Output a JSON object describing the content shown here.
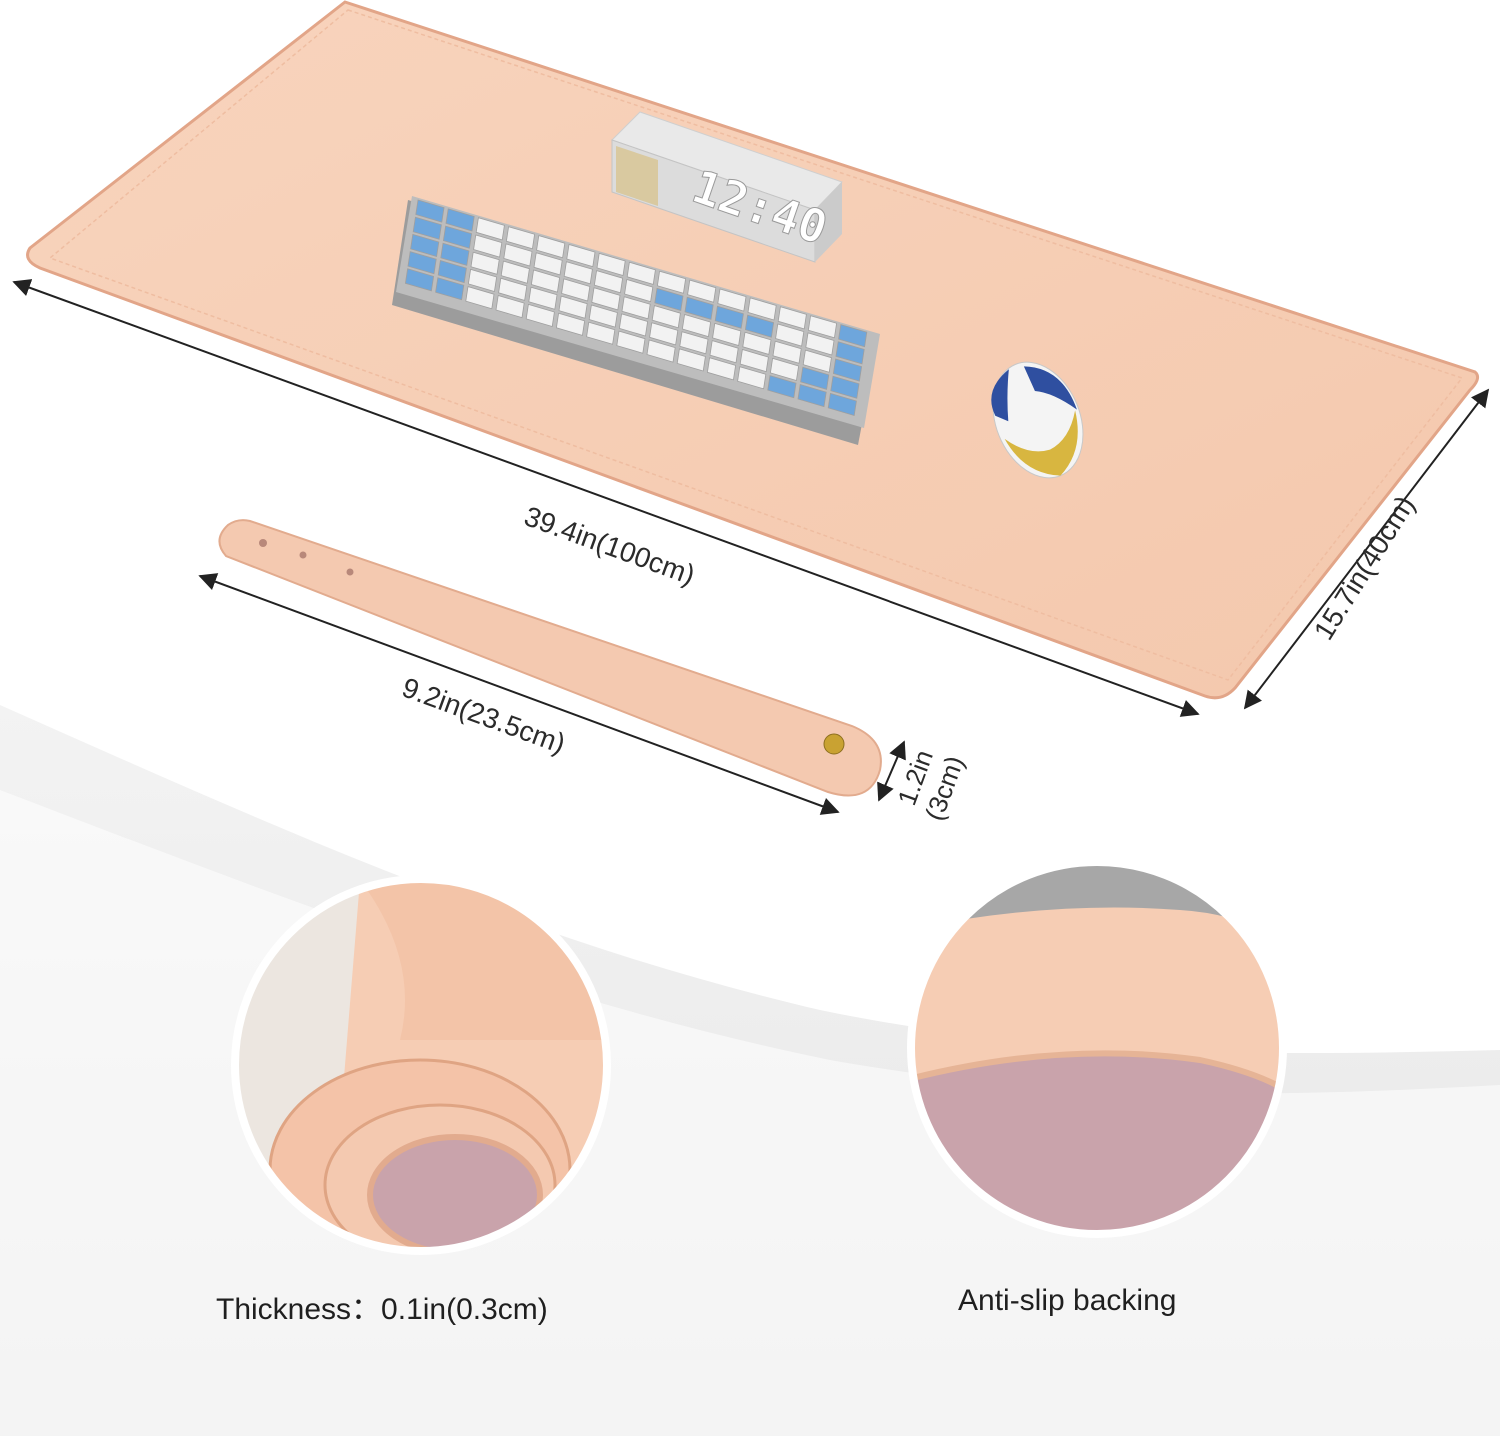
{
  "colors": {
    "pad": "#f6cfb6",
    "pad_edge": "#e8ad8d",
    "backing": "#c9a3ab",
    "key_blue": "#6ea6dc",
    "key_white": "#f2f2f2",
    "background_arc": "#ececec"
  },
  "clock": {
    "display": "12:40"
  },
  "dimensions": {
    "pad_length": "39.4in(100cm)",
    "pad_width": "15.7in(40cm)",
    "strap_length": "9.2in(23.5cm)",
    "strap_width_in": "1.2in",
    "strap_width_cm": "(3cm)"
  },
  "features": {
    "thickness": "Thickness：0.1in(0.3cm)",
    "backing": "Anti-slip backing"
  }
}
